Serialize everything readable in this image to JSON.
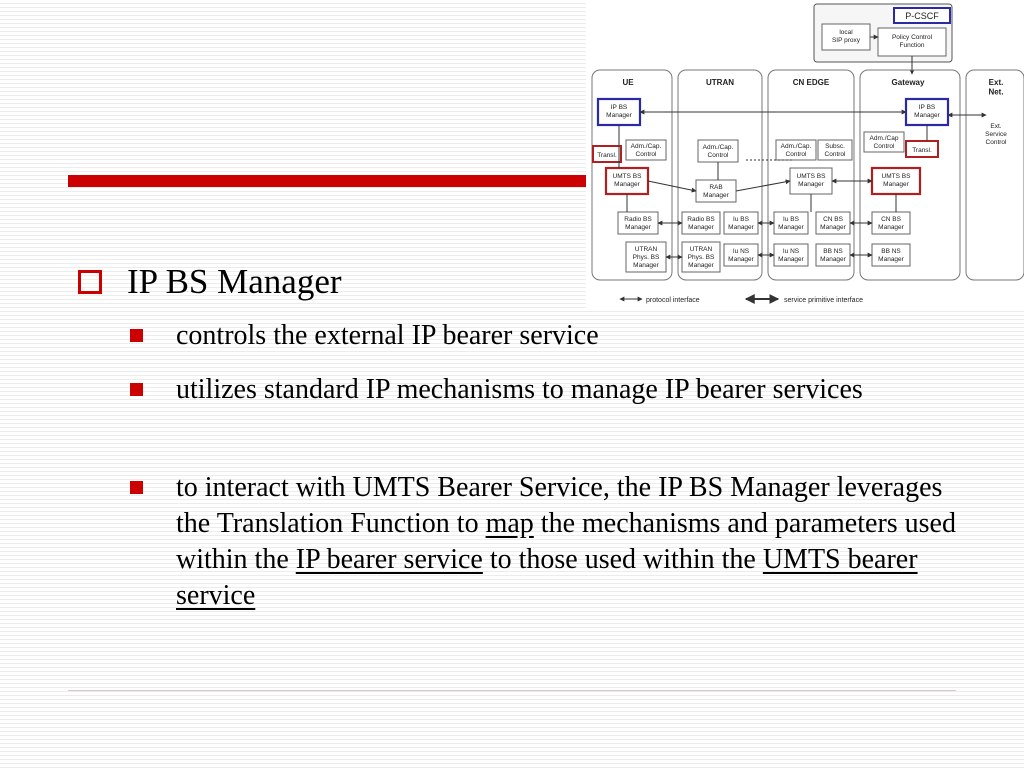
{
  "slide": {
    "heading": "IP BS Manager",
    "bullets": [
      {
        "text": "controls the external IP bearer service"
      },
      {
        "text": "utilizes standard IP mechanisms to manage IP bearer services"
      },
      {
        "part1": "to interact with UMTS Bearer Service, the IP BS Manager leverages the Translation Function to ",
        "link1": "map",
        "part2": " the mechanisms and parameters used within the ",
        "link2": "IP bearer service",
        "part3": " to those used within the ",
        "link3": "UMTS bearer service"
      }
    ]
  },
  "colors": {
    "accent": "#cc0000",
    "ip_bs_box": "#2a2aa8",
    "transl_box": "#b02020"
  },
  "diagram": {
    "pcscf": {
      "title": "P-CSCF",
      "local_sip_proxy": "local\nSIP proxy",
      "policy_control": "Policy Control\nFunction"
    },
    "columns": {
      "ue": "UE",
      "utran": "UTRAN",
      "cn_edge": "CN EDGE",
      "gateway": "Gateway",
      "ext_net": "Ext.\nNet."
    },
    "ext_service_control": "Ext.\nService\nControl",
    "boxes": {
      "ue_ip_bs": "IP BS\nManager",
      "ue_adm": "Adm./Cap.\nControl",
      "ue_transl": "Transl.",
      "ue_umts_bs": "UMTS BS\nManager",
      "ue_radio_bs": "Radio BS\nManager",
      "ue_utran_phys": "UTRAN\nPhys. BS\nManager",
      "utran_adm": "Adm./Cap.\nControl",
      "utran_rab": "RAB\nManager",
      "utran_radio_bs": "Radio BS\nManager",
      "utran_iu_bs": "Iu BS\nManager",
      "utran_phys": "UTRAN\nPhys. BS\nManager",
      "utran_iu_ns": "Iu NS\nManager",
      "cn_adm": "Adm./Cap.\nControl",
      "cn_subsc": "Subsc.\nControl",
      "cn_umts_bs": "UMTS BS\nManager",
      "cn_iu_bs": "Iu BS\nManager",
      "cn_cn_bs": "CN BS\nManager",
      "cn_iu_ns": "Iu NS\nManager",
      "cn_bb_ns": "BB NS\nManager",
      "gw_adm": "Adm./Cap\nControl",
      "gw_ip_bs": "IP BS\nManager",
      "gw_transl": "Transl.",
      "gw_umts_bs": "UMTS BS\nManager",
      "gw_cn_bs": "CN BS\nManager",
      "gw_bb_ns": "BB NS\nManager"
    },
    "legend": {
      "protocol": "protocol interface",
      "primitive": "service primitive interface"
    }
  }
}
